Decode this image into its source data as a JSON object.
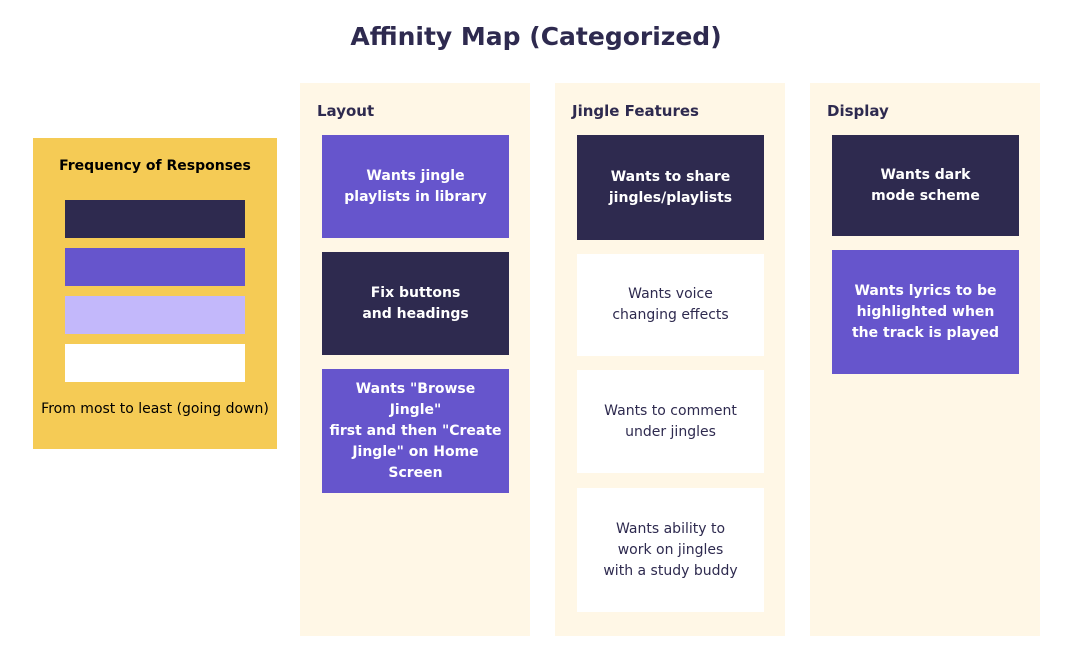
{
  "title": "Affinity Map (Categorized)",
  "colors": {
    "most": "#2e2a4f",
    "second": "#6655cc",
    "third": "#c3b8fb",
    "least": "#ffffff",
    "legend_bg": "#f5cb55",
    "column_bg": "#fff7e6"
  },
  "legend": {
    "title": "Frequency of Responses",
    "note": "From most to least (going down)"
  },
  "columns": [
    {
      "title": "Layout",
      "cards": [
        {
          "text": "Wants jingle\nplaylists in library",
          "level": "purple"
        },
        {
          "text": "Fix buttons\nand headings",
          "level": "dark"
        },
        {
          "text": "Wants \"Browse Jingle\"\nfirst and then \"Create\nJingle\" on Home Screen",
          "level": "purple"
        }
      ]
    },
    {
      "title": "Jingle Features",
      "cards": [
        {
          "text": "Wants to share\njingles/playlists",
          "level": "dark"
        },
        {
          "text": "Wants voice\nchanging effects",
          "level": "white"
        },
        {
          "text": "Wants to comment\nunder jingles",
          "level": "white"
        },
        {
          "text": "Wants ability to\nwork on jingles\nwith a study buddy",
          "level": "white"
        }
      ]
    },
    {
      "title": "Display",
      "cards": [
        {
          "text": "Wants dark\nmode scheme",
          "level": "dark"
        },
        {
          "text": "Wants lyrics to be\nhighlighted when\nthe track is played",
          "level": "purple"
        }
      ]
    }
  ]
}
